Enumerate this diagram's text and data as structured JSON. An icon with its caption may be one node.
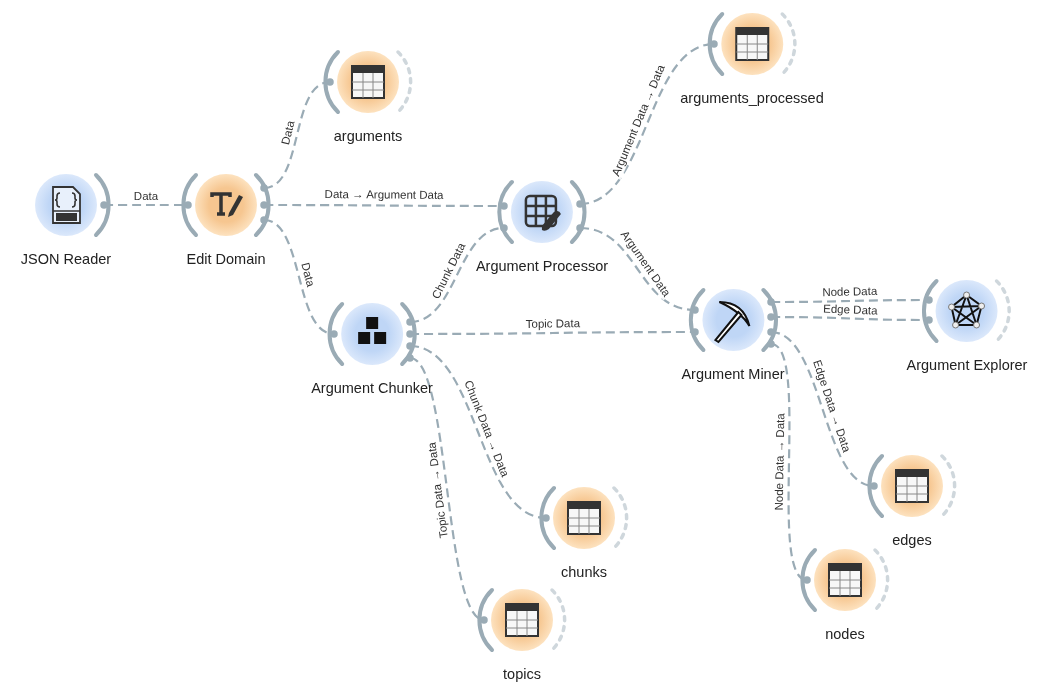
{
  "diagram": {
    "nodes": [
      {
        "text": [
          "JSON Reader"
        ]
      },
      {
        "text": [
          "Edit Domain"
        ]
      },
      {
        "text": [
          "arguments"
        ]
      },
      {
        "text": [
          "Argument Processor"
        ]
      },
      {
        "text": [
          "arguments_processed"
        ]
      },
      {
        "text": [
          "Argument Chunker"
        ]
      },
      {
        "text": [
          "Argument Miner"
        ]
      },
      {
        "text": [
          "Argument Explorer"
        ]
      },
      {
        "text": [
          "chunks"
        ]
      },
      {
        "text": [
          "topics"
        ]
      },
      {
        "text": [
          "edges"
        ]
      },
      {
        "text": [
          "nodes"
        ]
      }
    ],
    "edges": [
      {
        "from": 0,
        "to": 1,
        "arrow": "other",
        "label": "Data"
      },
      {
        "from": 1,
        "to": 2,
        "arrow": "other",
        "label": "Data"
      },
      {
        "from": 1,
        "to": 3,
        "arrow": "other",
        "label": "Data → Argument Data"
      },
      {
        "from": 1,
        "to": 5,
        "arrow": "other",
        "label": "Data"
      },
      {
        "from": 5,
        "to": 3,
        "arrow": "other",
        "label": "Chunk Data"
      },
      {
        "from": 3,
        "to": 4,
        "arrow": "other",
        "label": "Argument Data → Data"
      },
      {
        "from": 3,
        "to": 6,
        "arrow": "other",
        "label": "Argument Data"
      },
      {
        "from": 5,
        "to": 6,
        "arrow": "other",
        "label": "Topic Data"
      },
      {
        "from": 6,
        "to": 7,
        "arrow": "other",
        "label": "Node Data"
      },
      {
        "from": 6,
        "to": 7,
        "arrow": "other",
        "label": "Edge Data"
      },
      {
        "from": 6,
        "to": 10,
        "arrow": "other",
        "label": "Edge Data → Data"
      },
      {
        "from": 6,
        "to": 11,
        "arrow": "other",
        "label": "Node Data → Data"
      },
      {
        "from": 5,
        "to": 8,
        "arrow": "other",
        "label": "Chunk Data → Data"
      },
      {
        "from": 5,
        "to": 9,
        "arrow": "other",
        "label": "Topic Data → Data"
      }
    ]
  }
}
